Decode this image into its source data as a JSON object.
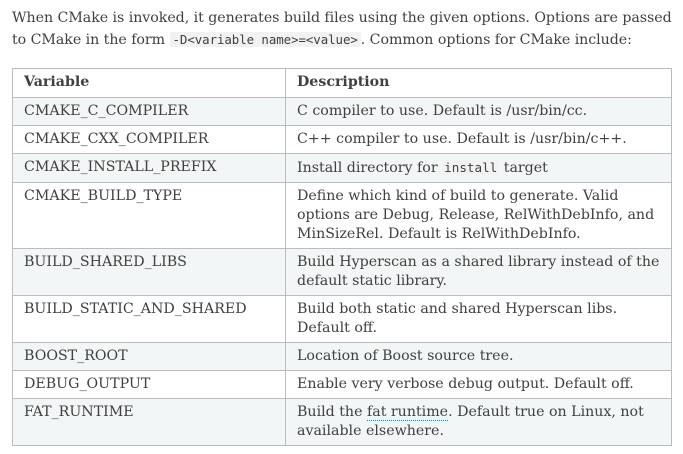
{
  "intro": {
    "part1": "When CMake is invoked, it generates build files using the given options. Options are passed to CMake in the form ",
    "code1": "-D<variable name>=<value>",
    "part2": ". Common options for CMake include:"
  },
  "table": {
    "headers": {
      "variable": "Variable",
      "description": "Description"
    },
    "rows": [
      {
        "variable": "CMAKE_C_COMPILER",
        "description": "C compiler to use. Default is /usr/bin/cc."
      },
      {
        "variable": "CMAKE_CXX_COMPILER",
        "description": "C++ compiler to use. Default is /usr/bin/c++."
      },
      {
        "variable": "CMAKE_INSTALL_PREFIX",
        "desc_before": "Install directory for ",
        "desc_code": "install",
        "desc_after": " target"
      },
      {
        "variable": "CMAKE_BUILD_TYPE",
        "description": "Define which kind of build to generate. Valid options are Debug, Release, RelWithDebInfo, and MinSizeRel. Default is RelWithDebInfo."
      },
      {
        "variable": "BUILD_SHARED_LIBS",
        "description": "Build Hyperscan as a shared library instead of the default static library."
      },
      {
        "variable": "BUILD_STATIC_AND_SHARED",
        "description": "Build both static and shared Hyperscan libs. Default off."
      },
      {
        "variable": "BOOST_ROOT",
        "description": "Location of Boost source tree."
      },
      {
        "variable": "DEBUG_OUTPUT",
        "description": "Enable very verbose debug output. Default off."
      },
      {
        "variable": "FAT_RUNTIME",
        "desc_before": "Build the ",
        "desc_link": "fat runtime",
        "desc_after": ". Default true on Linux, not available elsewhere."
      }
    ]
  }
}
